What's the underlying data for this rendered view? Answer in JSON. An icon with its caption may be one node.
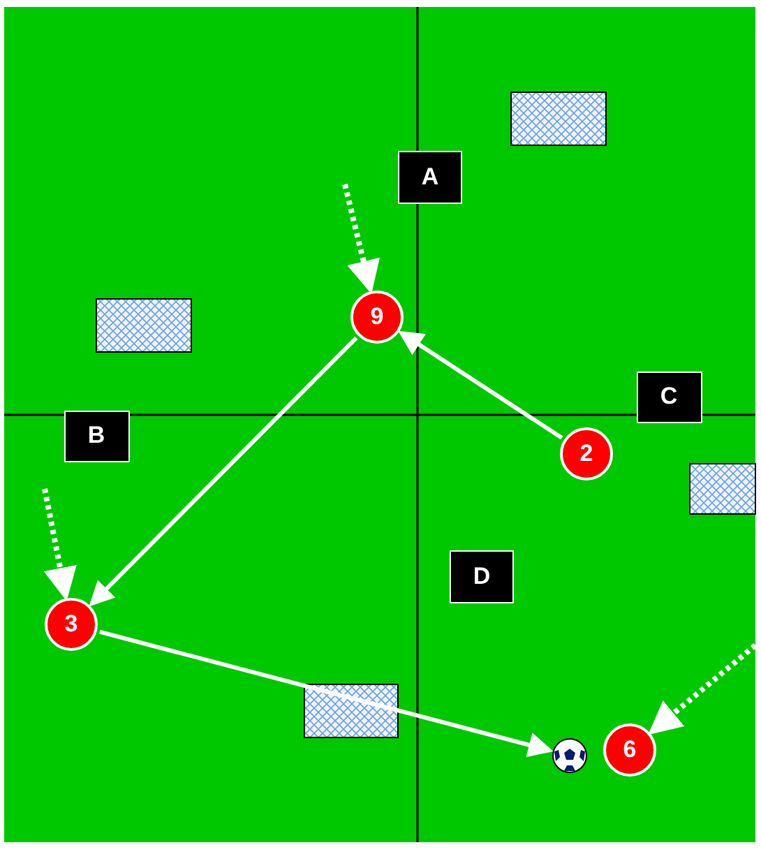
{
  "diagram": {
    "nodes": [
      {
        "text": [
          "A"
        ]
      },
      {
        "text": [
          "9"
        ]
      },
      {
        "text": [
          "C"
        ]
      },
      {
        "text": [
          "B"
        ]
      },
      {
        "text": [
          "2"
        ]
      },
      {
        "text": [
          "D"
        ]
      },
      {
        "text": [
          "3"
        ]
      },
      {
        "text": [],
        "shape": "ball"
      },
      {
        "text": [
          "6"
        ]
      }
    ],
    "edges": [
      {
        "from": null,
        "to": 1,
        "arrow": "to",
        "style": "dashed"
      },
      {
        "from": 4,
        "to": 1,
        "arrow": "to"
      },
      {
        "from": 1,
        "to": 6,
        "arrow": "to"
      },
      {
        "from": null,
        "to": 6,
        "arrow": "to",
        "style": "dashed"
      },
      {
        "from": 6,
        "to": 7,
        "arrow": "to"
      },
      {
        "from": null,
        "to": 8,
        "arrow": "to",
        "style": "dashed"
      }
    ]
  }
}
